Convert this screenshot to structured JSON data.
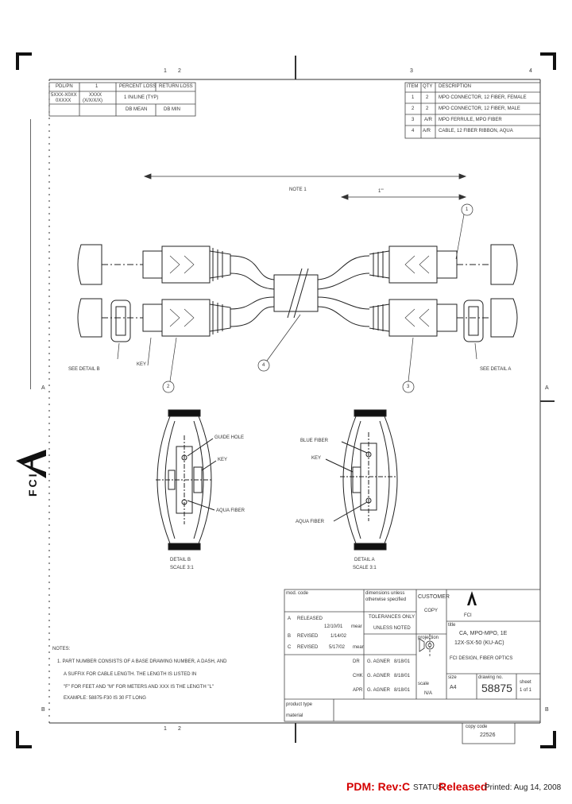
{
  "zone_labels": {
    "top_1": "1",
    "top_2": "2",
    "top_3": "3",
    "top_4": "4",
    "bottom_1": "1",
    "bottom_2": "2",
    "side_a": "A",
    "side_b": "B"
  },
  "left_table": {
    "headers": [
      "PDL/PN",
      "1",
      "PERCENT LOSS",
      "RETURN LOSS"
    ],
    "row1": [
      "5XXX-X0XX",
      "XXXX",
      "1 IN/LINE (TYP)"
    ],
    "row2": [
      "0XXXX",
      "(X/X/X/X)",
      "DB MEAN",
      "DB MIN"
    ]
  },
  "parts_list": {
    "headers": [
      "ITEM",
      "QTY",
      "DESCRIPTION"
    ],
    "rows": [
      [
        "1",
        "2",
        "MPO CONNECTOR, 12 FIBER, FEMALE"
      ],
      [
        "2",
        "2",
        "MPO CONNECTOR, 12 FIBER, MALE"
      ],
      [
        "3",
        "A/R",
        "MPO FERRULE, MPO FIBER"
      ],
      [
        "4",
        "A/R",
        "CABLE, 12 FIBER RIBBON, AQUA"
      ]
    ]
  },
  "dimensions": {
    "overall": "NOTE 1",
    "breakout": "1'\""
  },
  "callouts": {
    "item1": "1",
    "item2": "2",
    "item3": "3",
    "item4": "4",
    "see_detail_b": "SEE DETAIL B",
    "see_detail_a": "SEE DETAIL A",
    "key": "KEY"
  },
  "detail_b": {
    "labels": [
      "GUIDE HOLE",
      "KEY",
      "AQUA FIBER"
    ],
    "caption": "DETAIL B",
    "scale": "SCALE 3:1"
  },
  "detail_a": {
    "labels": [
      "BLUE FIBER",
      "KEY",
      "AQUA FIBER"
    ],
    "caption": "DETAIL A",
    "scale": "SCALE 3:1"
  },
  "notes": {
    "heading": "NOTES:",
    "lines": [
      "1. PART NUMBER CONSISTS OF A BASE DRAWING NUMBER, A DASH, AND",
      "A SUFFIX FOR CABLE LENGTH. THE LENGTH IS LISTED IN",
      "\"F\" FOR FEET AND \"M\" FOR METERS AND XXX IS THE LENGTH \"L\"",
      "EXAMPLE: 58875-F30 IS 30 FT LONG"
    ]
  },
  "title_block": {
    "mod_code": "mod. code",
    "dims_note": [
      "dimensions unless",
      "otherwise specified"
    ],
    "tolerances": "TOLERANCES ONLY",
    "unless_noted": "UNLESS NOTED",
    "customer": "CUSTOMER",
    "copy": "COPY",
    "company_logo": "A",
    "company": "FCI",
    "title_label": "title",
    "title_lines": [
      "CA, MPO-MPO, 1E",
      "12X-SX-50 (KU-AC)"
    ],
    "subtitle": "FCI DESIGN, FIBER OPTICS",
    "projection": "projection",
    "size_label": "size",
    "size": "A4",
    "dwg_no_label": "drawing no.",
    "dwg_no": "58875",
    "sheet_label": "sheet",
    "sheet": "1 of 1",
    "revisions": [
      [
        "A",
        "RELEASED",
        "12/10/01",
        "mear"
      ],
      [
        "B",
        "REVISED",
        "1/14/02",
        ""
      ],
      [
        "C",
        "REVISED",
        "5/17/02",
        "mear"
      ]
    ],
    "approvals": [
      [
        "DR",
        "G. AGNER",
        "8/18/01"
      ],
      [
        "CHK",
        "G. AGNER",
        "8/18/01"
      ],
      [
        "APR",
        "G. AGNER",
        "8/18/01"
      ]
    ],
    "scale_label": "scale",
    "scale": "N/A",
    "product_type": "product type",
    "material": "material",
    "copy_code_label": "copy code",
    "copy_code": "22526"
  },
  "footer": {
    "pdm": "PDM: Rev:C",
    "status_label": "STATUS",
    "status_value": "Released",
    "printed": "Printed: Aug 14, 2008"
  },
  "side_logo": "FCI"
}
